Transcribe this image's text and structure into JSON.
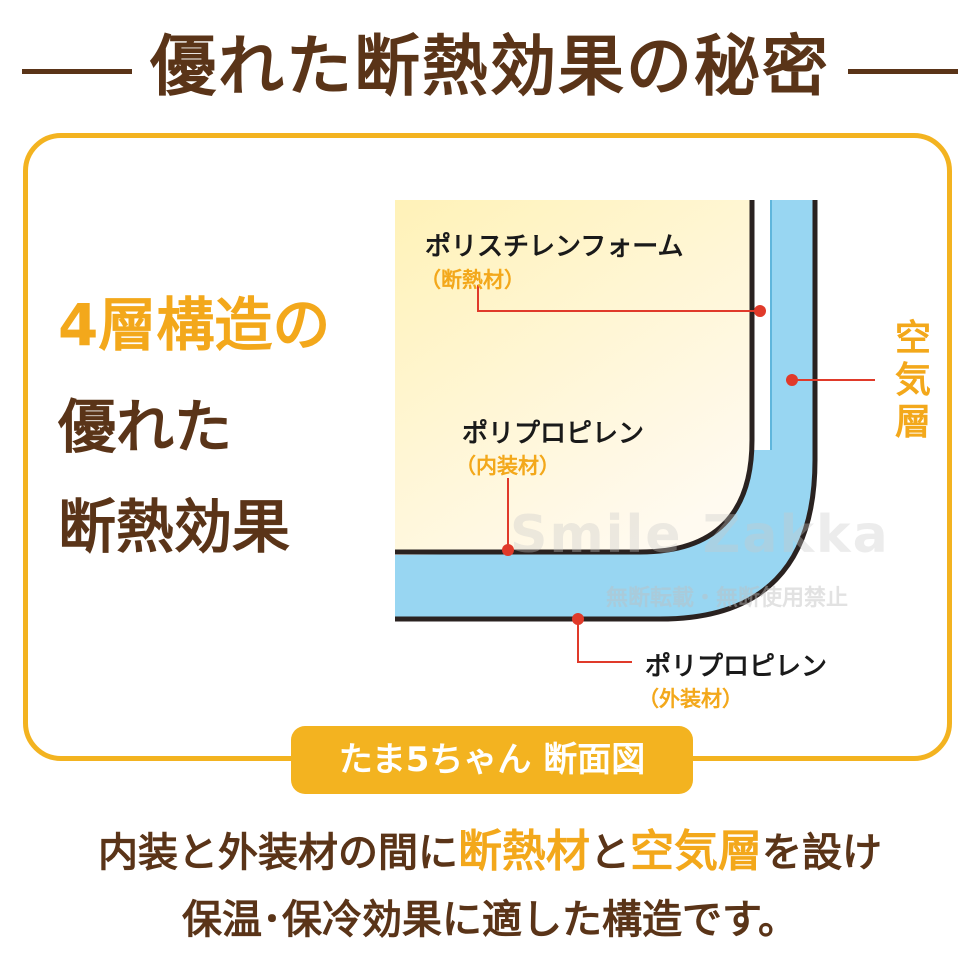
{
  "title": "優れた断熱効果の秘密",
  "lead": {
    "line1": "4層構造の",
    "line2": "優れた",
    "line3": "断熱効果"
  },
  "labels": {
    "foam_name": "ポリスチレンフォーム",
    "foam_role": "（断熱材）",
    "inner_name": "ポリプロピレン",
    "inner_role": "（内装材）",
    "outer_name": "ポリプロピレン",
    "outer_role": "（外装材）",
    "air_chars": [
      "空",
      "気",
      "層"
    ]
  },
  "watermark": {
    "brand": "Smile Zakka",
    "notice": "無断転載・無断使用禁止"
  },
  "caption_tab": "たま5ちゃん 断面図",
  "footer": {
    "line1_part1": "内装と外装材の間に",
    "line1_hl1": "断熱材",
    "line1_part2": "と",
    "line1_hl2": "空気層",
    "line1_part3": "を設け",
    "line2": "保温･保冷効果に適した構造です。"
  },
  "colors": {
    "brown": "#5a3418",
    "accent": "#f3a81b",
    "frame": "#f3b320",
    "air_blue": "#98d6f2",
    "leader_red": "#e03a2a"
  }
}
